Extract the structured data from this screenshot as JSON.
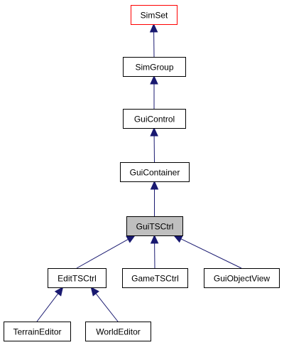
{
  "diagram": {
    "type": "class-inheritance-graph",
    "nodes": [
      {
        "id": "SimSet",
        "label": "SimSet",
        "style": "root"
      },
      {
        "id": "SimGroup",
        "label": "SimGroup",
        "style": "normal"
      },
      {
        "id": "GuiControl",
        "label": "GuiControl",
        "style": "normal"
      },
      {
        "id": "GuiContainer",
        "label": "GuiContainer",
        "style": "normal"
      },
      {
        "id": "GuiTSCtrl",
        "label": "GuiTSCtrl",
        "style": "highlighted"
      },
      {
        "id": "EditTSCtrl",
        "label": "EditTSCtrl",
        "style": "normal"
      },
      {
        "id": "GameTSCtrl",
        "label": "GameTSCtrl",
        "style": "normal"
      },
      {
        "id": "GuiObjectView",
        "label": "GuiObjectView",
        "style": "normal"
      },
      {
        "id": "TerrainEditor",
        "label": "TerrainEditor",
        "style": "normal"
      },
      {
        "id": "WorldEditor",
        "label": "WorldEditor",
        "style": "normal"
      }
    ],
    "edges": [
      {
        "from": "SimGroup",
        "to": "SimSet"
      },
      {
        "from": "GuiControl",
        "to": "SimGroup"
      },
      {
        "from": "GuiContainer",
        "to": "GuiControl"
      },
      {
        "from": "GuiTSCtrl",
        "to": "GuiContainer"
      },
      {
        "from": "EditTSCtrl",
        "to": "GuiTSCtrl"
      },
      {
        "from": "GameTSCtrl",
        "to": "GuiTSCtrl"
      },
      {
        "from": "GuiObjectView",
        "to": "GuiTSCtrl"
      },
      {
        "from": "TerrainEditor",
        "to": "EditTSCtrl"
      },
      {
        "from": "WorldEditor",
        "to": "EditTSCtrl"
      }
    ],
    "colors": {
      "edge": "#191970",
      "root_border": "#ff0000",
      "highlight_fill": "#bfbfbf",
      "node_border": "#000000"
    }
  }
}
